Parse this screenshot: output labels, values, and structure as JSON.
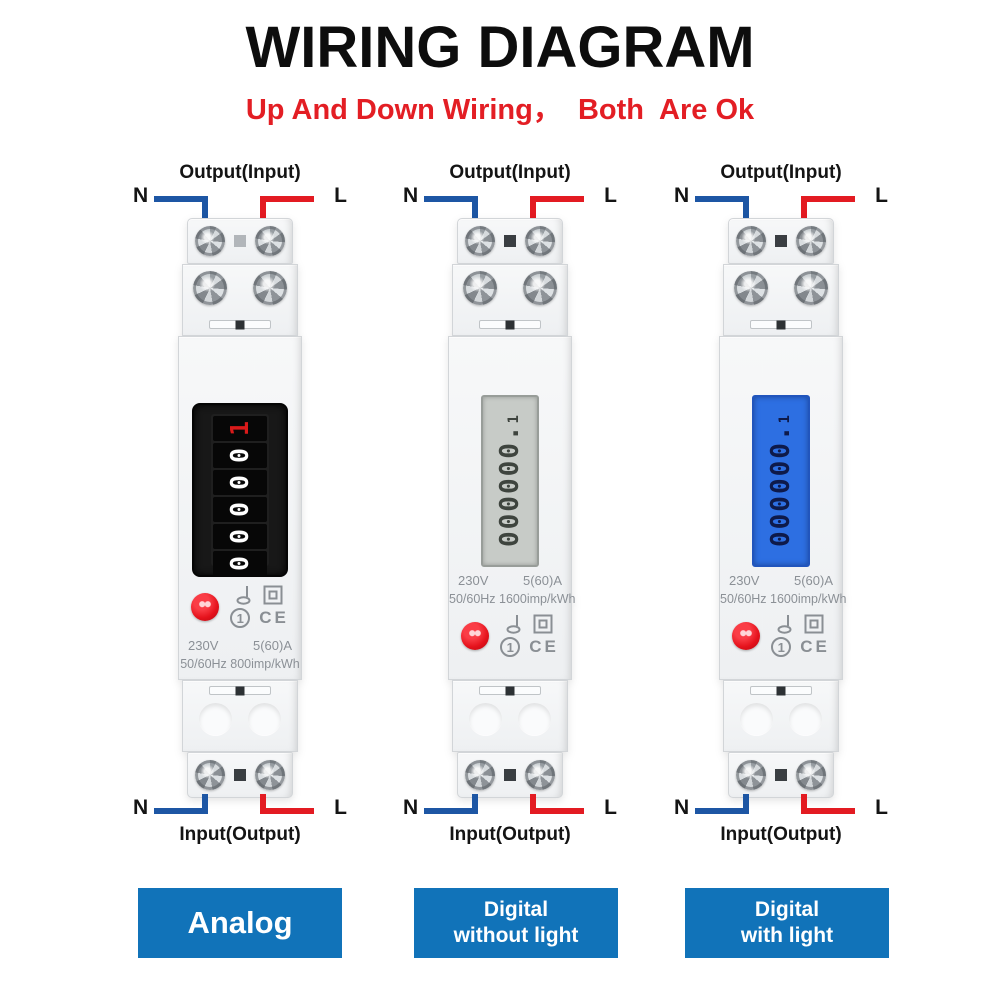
{
  "title": "WIRING DIAGRAM",
  "subtitle": "Up And Down Wiring，  Both  Are Ok",
  "icon_text": {
    "circled_one": "1",
    "ce": "CE"
  },
  "colors": {
    "badge_blue": "#1173b9",
    "wire_blue": "#1d56a4",
    "wire_red": "#e31b22",
    "subtitle_red": "#e31e24",
    "led_red": "#e5121c",
    "lcd_gray": "#c7cbc7",
    "lcd_blue": "#2d6fe2"
  },
  "meters": [
    {
      "name": "analog",
      "label_top": "Output(Input)",
      "label_bottom": "Input(Output)",
      "wire_left_label": "N",
      "wire_right_label": "L",
      "display": {
        "type": "mechanical-counter",
        "digits": [
          "1",
          "0",
          "0",
          "0",
          "0",
          "0"
        ]
      },
      "specs": {
        "voltage": "230V",
        "current": "5(60)A",
        "freq_imp": "50/60Hz 800imp/kWh"
      },
      "badge": {
        "line1": "Analog",
        "line2": ""
      }
    },
    {
      "name": "digital-without-light",
      "label_top": "Output(Input)",
      "label_bottom": "Input(Output)",
      "wire_left_label": "N",
      "wire_right_label": "L",
      "display": {
        "type": "lcd",
        "backlight": false,
        "reading": "000000.",
        "indicator": "1"
      },
      "specs": {
        "voltage": "230V",
        "current": "5(60)A",
        "freq_imp": "50/60Hz 1600imp/kWh"
      },
      "badge": {
        "line1": "Digital",
        "line2": "without light"
      }
    },
    {
      "name": "digital-with-light",
      "label_top": "Output(Input)",
      "label_bottom": "Input(Output)",
      "wire_left_label": "N",
      "wire_right_label": "L",
      "display": {
        "type": "lcd",
        "backlight": true,
        "reading": "000000.",
        "indicator": "1"
      },
      "specs": {
        "voltage": "230V",
        "current": "5(60)A",
        "freq_imp": "50/60Hz 1600imp/kWh"
      },
      "badge": {
        "line1": "Digital",
        "line2": "with light"
      }
    }
  ]
}
